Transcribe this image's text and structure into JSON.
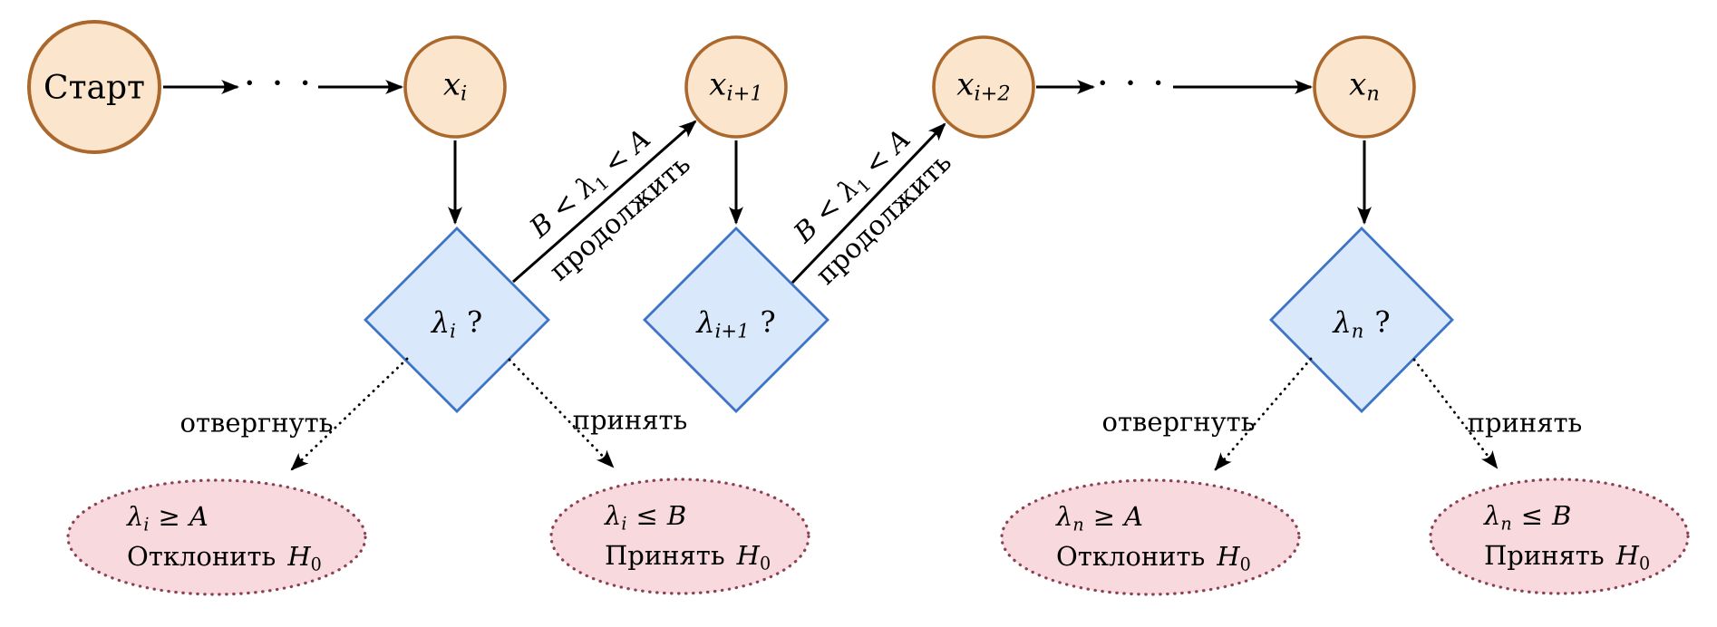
{
  "colors": {
    "background": "#ffffff",
    "node_fill": "#fbe5cc",
    "node_stroke": "#aa682d",
    "decision_fill": "#d9e8fb",
    "decision_stroke": "#3e74c6",
    "outcome_fill": "#f8d9de",
    "outcome_stroke": "#8d4053",
    "arrow": "#000000"
  },
  "nodes": {
    "start": {
      "label": "Старт"
    },
    "observations": [
      {
        "base": "x",
        "sub": "i"
      },
      {
        "base": "x",
        "sub": "i+1"
      },
      {
        "base": "x",
        "sub": "i+2"
      },
      {
        "base": "x",
        "sub": "n"
      }
    ]
  },
  "ellipsis": {
    "dots": "· · ·"
  },
  "decisions": [
    {
      "base": "λ",
      "sub": "i",
      "question": "?"
    },
    {
      "base": "λ",
      "sub": "i+1",
      "question": "?"
    },
    {
      "base": "λ",
      "sub": "n",
      "question": "?"
    }
  ],
  "continue_edges": [
    {
      "cond_pre": "B < λ",
      "cond_sub": "1",
      "cond_post": " < A",
      "action": "продолжить"
    },
    {
      "cond_pre": "B < λ",
      "cond_sub": "1",
      "cond_post": " < A",
      "action": "продолжить"
    }
  ],
  "branches": {
    "reject": "отвергнуть",
    "accept": "принять"
  },
  "outcomes": [
    {
      "var": "λ",
      "sub": "i",
      "rel": "≥",
      "bound": "A",
      "action": "Отклонить",
      "hyp": "H",
      "hyp_sub": "0"
    },
    {
      "var": "λ",
      "sub": "i",
      "rel": "≤",
      "bound": "B",
      "action": "Принять",
      "hyp": "H",
      "hyp_sub": "0"
    },
    {
      "var": "λ",
      "sub": "n",
      "rel": "≥",
      "bound": "A",
      "action": "Отклонить",
      "hyp": "H",
      "hyp_sub": "0"
    },
    {
      "var": "λ",
      "sub": "n",
      "rel": "≤",
      "bound": "B",
      "action": "Принять",
      "hyp": "H",
      "hyp_sub": "0"
    }
  ]
}
